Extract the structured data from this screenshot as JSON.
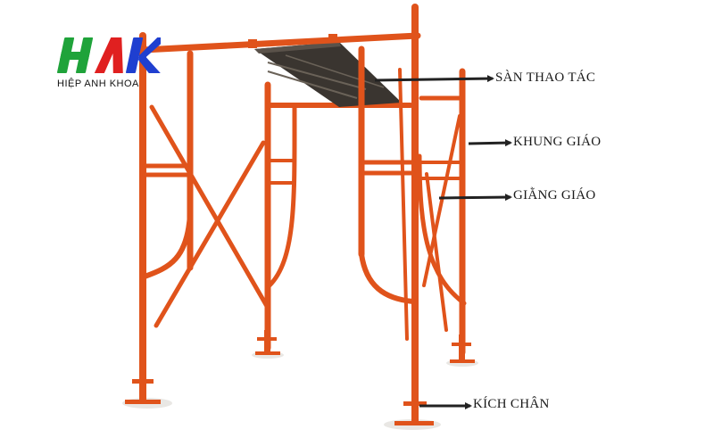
{
  "brand": {
    "logo_text": "HAK",
    "name": "HIỆP ANH KHOA",
    "colors": {
      "h": "#1fa33a",
      "a": "#e02020",
      "k": "#1f3fd0"
    }
  },
  "frame_color": "#e0531b",
  "platform_color": "#3a3530",
  "labels": [
    {
      "text": "SÀN THAO TÁC"
    },
    {
      "text": "KHUNG GIÁO"
    },
    {
      "text": "GIẰNG GIÁO"
    },
    {
      "text": "KÍCH CHÂN"
    }
  ]
}
